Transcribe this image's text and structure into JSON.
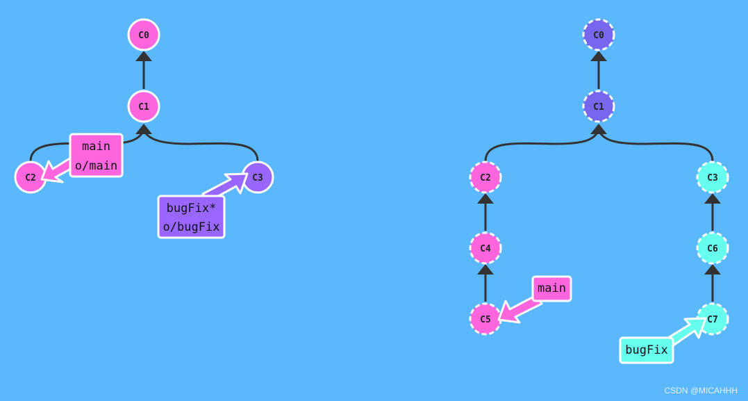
{
  "colors": {
    "background": "#5cb8fc",
    "pink": "#ff66dd",
    "purple": "#9966ff",
    "violet": "#7766ee",
    "cyan": "#66ffee",
    "edge": "#333333",
    "stroke": "#ffffff"
  },
  "local_graph": {
    "commits": {
      "c0": "C0",
      "c1": "C1",
      "c2": "C2",
      "c3": "C3"
    },
    "branches": {
      "main_line1": "main",
      "main_line2": "o/main",
      "bugfix_line1": "bugFix*",
      "bugfix_line2": "o/bugFix"
    }
  },
  "remote_graph": {
    "commits": {
      "c0": "C0",
      "c1": "C1",
      "c2": "C2",
      "c3": "C3",
      "c4": "C4",
      "c5": "C5",
      "c6": "C6",
      "c7": "C7"
    },
    "branches": {
      "main": "main",
      "bugfix": "bugFix"
    }
  },
  "watermark": "CSDN @MICAHHH"
}
